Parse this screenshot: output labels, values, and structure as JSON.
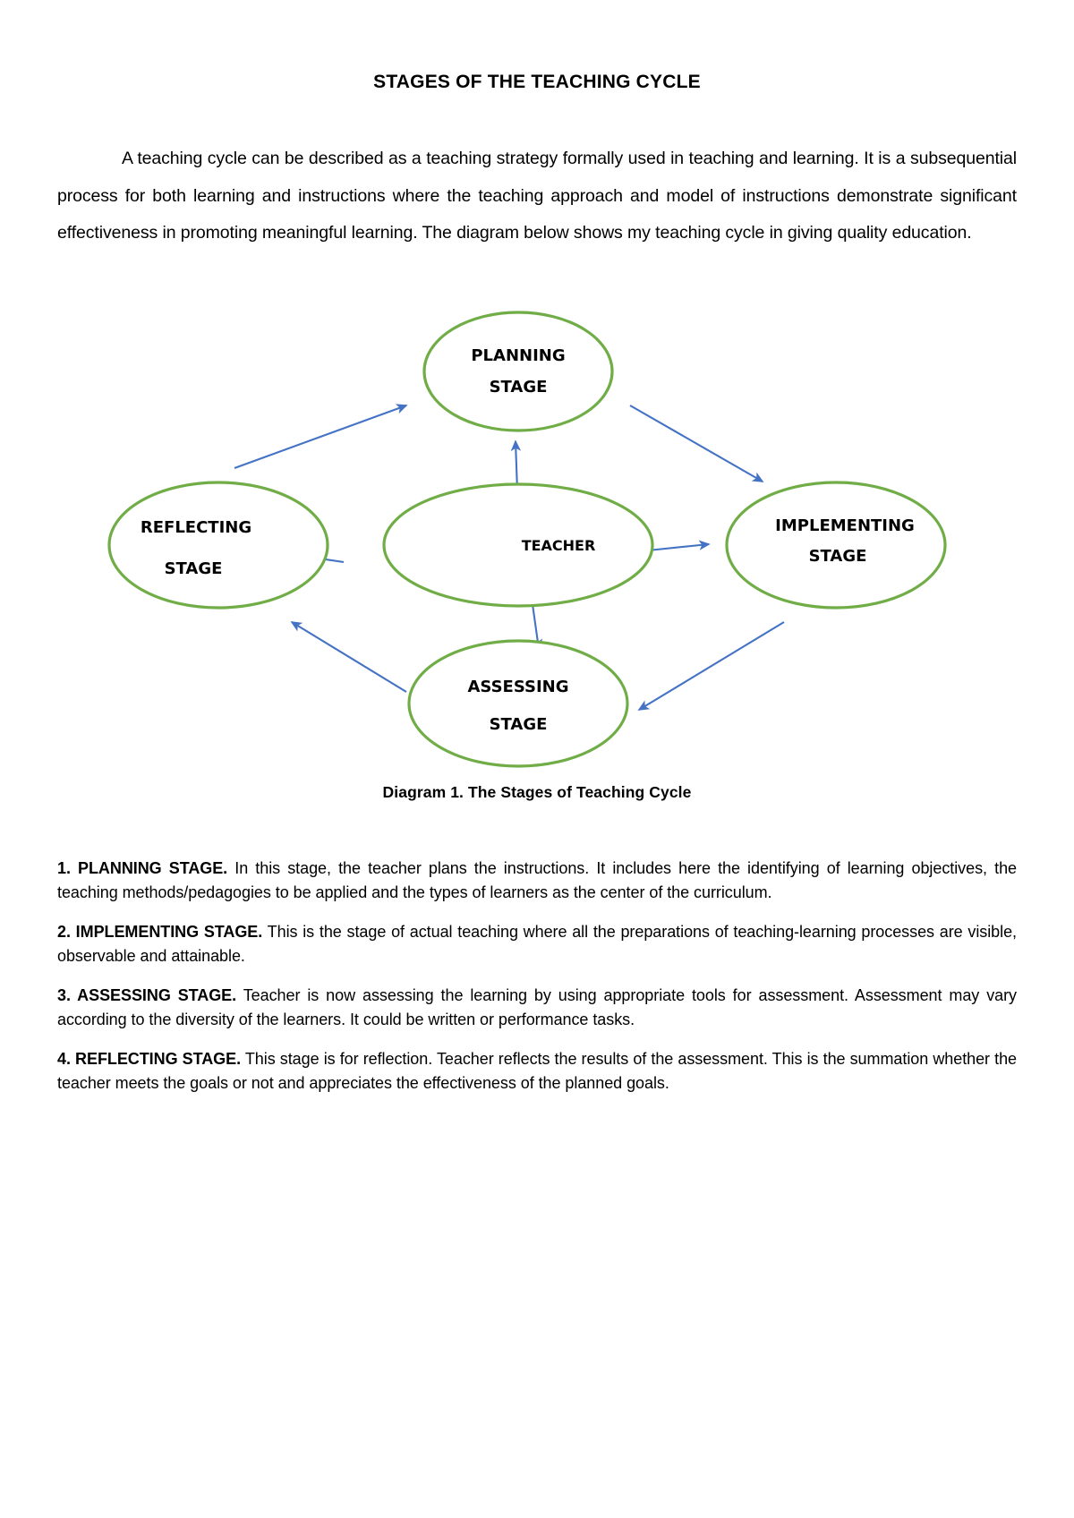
{
  "document": {
    "title": "STAGES OF THE TEACHING CYCLE",
    "intro": "A teaching cycle can be described as a teaching strategy formally used in teaching and learning. It is a subsequential process for both learning and instructions where the teaching approach and model of instructions demonstrate significant effectiveness in promoting meaningful learning. The diagram below shows my teaching cycle in giving quality education."
  },
  "diagram": {
    "caption": "Diagram 1. The Stages of Teaching Cycle",
    "ellipse_color": "#70AD47",
    "arrow_color": "#4472C4",
    "nodes": {
      "center": {
        "line1": "TEACHER",
        "line2": ""
      },
      "top": {
        "line1": "PLANNING",
        "line2": "STAGE"
      },
      "right": {
        "line1": "IMPLEMENTING",
        "line2": "STAGE"
      },
      "bottom": {
        "line1": "ASSESSING",
        "line2": "STAGE"
      },
      "left": {
        "line1": "REFLECTING",
        "line2": "STAGE"
      }
    }
  },
  "stages": [
    {
      "lead": "1. PLANNING STAGE.",
      "body": " In this stage, the teacher plans the instructions. It includes here the identifying of learning objectives, the teaching methods/pedagogies to be applied and the types of learners as the center of the curriculum."
    },
    {
      "lead": "2. IMPLEMENTING STAGE.",
      "body": " This is the stage of actual teaching where all the preparations of teaching-learning processes are visible, observable and attainable."
    },
    {
      "lead": "3. ASSESSING STAGE.",
      "body": " Teacher is now assessing the learning by using appropriate tools for assessment. Assessment may vary according to the diversity of the learners. It could be written or performance tasks."
    },
    {
      "lead": "4. REFLECTING STAGE.",
      "body": " This stage is for reflection. Teacher reflects the results of the assessment. This is the summation whether the teacher meets the goals or not and appreciates the effectiveness of the planned goals."
    }
  ]
}
